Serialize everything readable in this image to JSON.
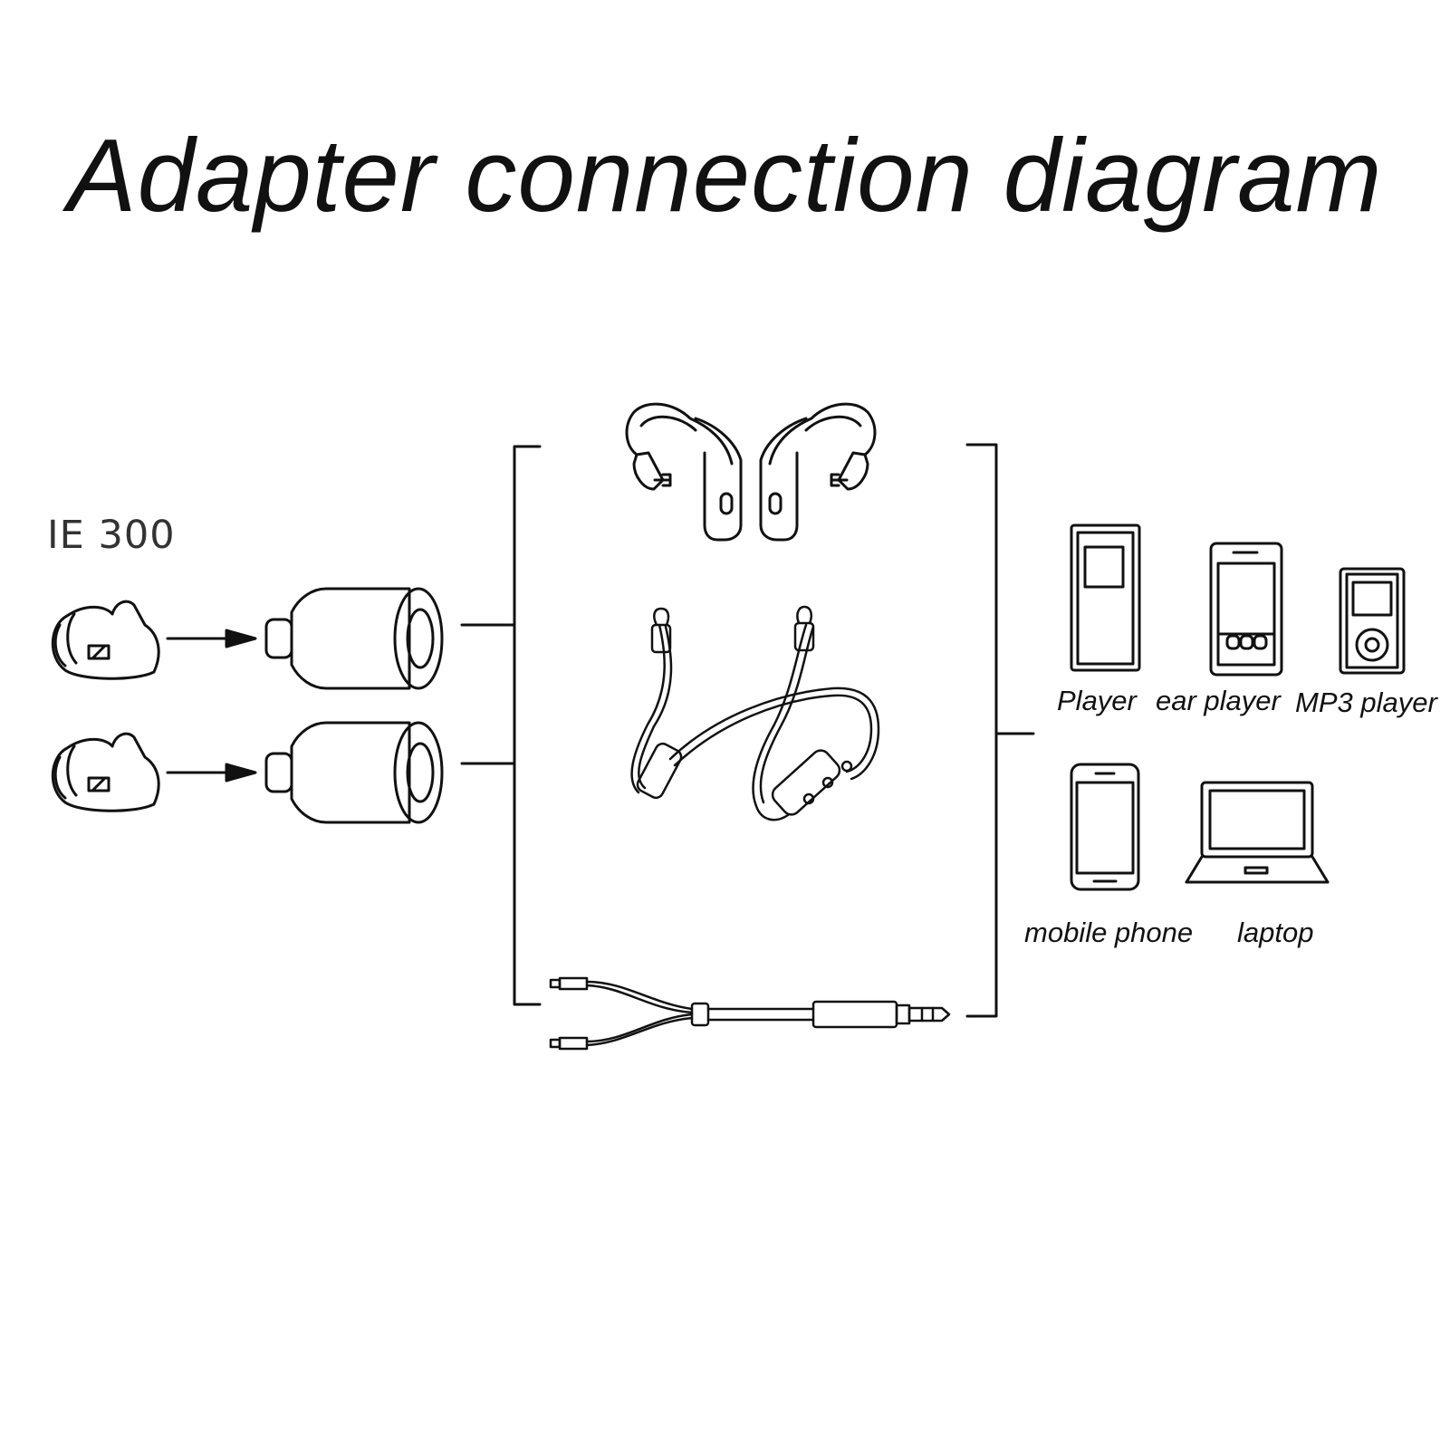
{
  "title": "Adapter connection diagram",
  "model_label": "IE 300",
  "devices": {
    "player": "Player",
    "ear_player": "ear player",
    "mp3_player": "MP3 player",
    "mobile_phone": "mobile phone",
    "laptop": "laptop"
  },
  "icons": [
    "earphone-icon",
    "arrow-icon",
    "mmcx-connector-icon",
    "ear-hook-adapter-icon",
    "neckband-bluetooth-cable-icon",
    "y-splitter-cable-icon",
    "music-player-icon",
    "ear-player-icon",
    "mp3-player-icon",
    "mobile-phone-icon",
    "laptop-icon"
  ]
}
